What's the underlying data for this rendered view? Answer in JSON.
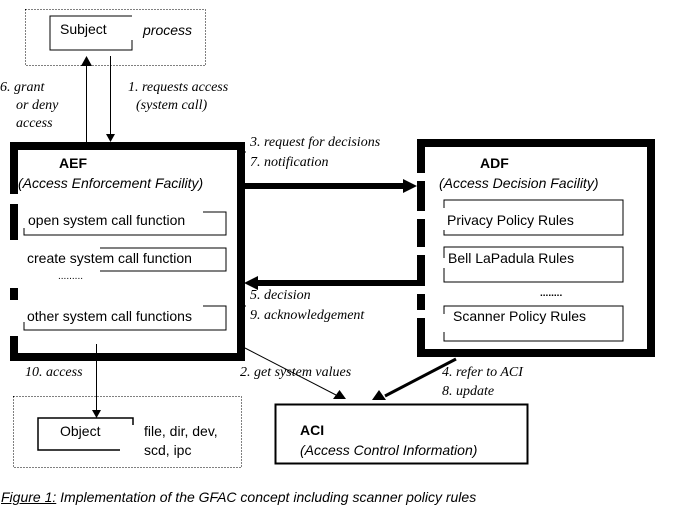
{
  "subject_area": {
    "box_label": "Subject",
    "side_label": "process"
  },
  "arrows": {
    "request_access": "1. requests access",
    "request_access_sub": "(system call)",
    "grant_deny_1": "6. grant",
    "grant_deny_2": "or deny",
    "grant_deny_3": "access",
    "request_decisions": "3. request for decisions",
    "notification": "7. notification",
    "decision": "5. decision",
    "acknowledgement": "9. acknowledgement",
    "access": "10. access",
    "get_system_values": "2. get system values",
    "refer_to_aci": "4. refer to ACI",
    "update": "8. update"
  },
  "aef": {
    "title": "AEF",
    "subtitle": "(Access Enforcement  Facility)",
    "functions": [
      "open system call function",
      "create system call function",
      "other system call functions"
    ],
    "ellipsis": "........."
  },
  "adf": {
    "title": "ADF",
    "subtitle": "(Access Decision Facility)",
    "rules": [
      "Privacy Policy Rules",
      "Bell LaPadula Rules",
      "Scanner Policy Rules"
    ],
    "ellipsis": "........"
  },
  "aci": {
    "title": "ACI",
    "subtitle": "(Access Control  Information)"
  },
  "object_area": {
    "box_label": "Object",
    "side_label_1": "file, dir, dev,",
    "side_label_2": "scd, ipc"
  },
  "caption": {
    "prefix": "Figure 1:",
    "text": " Implementation of the GFAC concept including scanner policy rules"
  }
}
